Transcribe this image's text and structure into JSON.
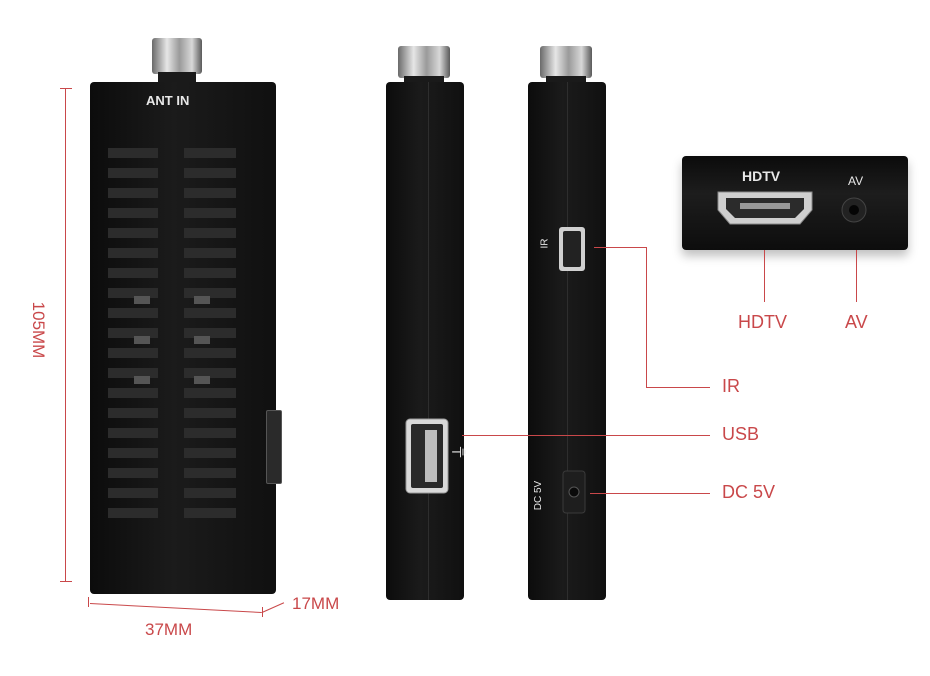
{
  "front": {
    "ant_label": "ANT IN"
  },
  "dimensions": {
    "height": "105MM",
    "width": "37MM",
    "depth": "17MM"
  },
  "side2": {
    "ir_label": "IR",
    "dc_label": "DC 5V"
  },
  "hdmi_closeup": {
    "hdtv_label": "HDTV",
    "av_label": "AV"
  },
  "callouts": {
    "hdtv": "HDTV",
    "av": "AV",
    "ir": "IR",
    "usb": "USB",
    "dc": "DC 5V"
  },
  "colors": {
    "accent": "#c9484a",
    "device": "#111111"
  }
}
